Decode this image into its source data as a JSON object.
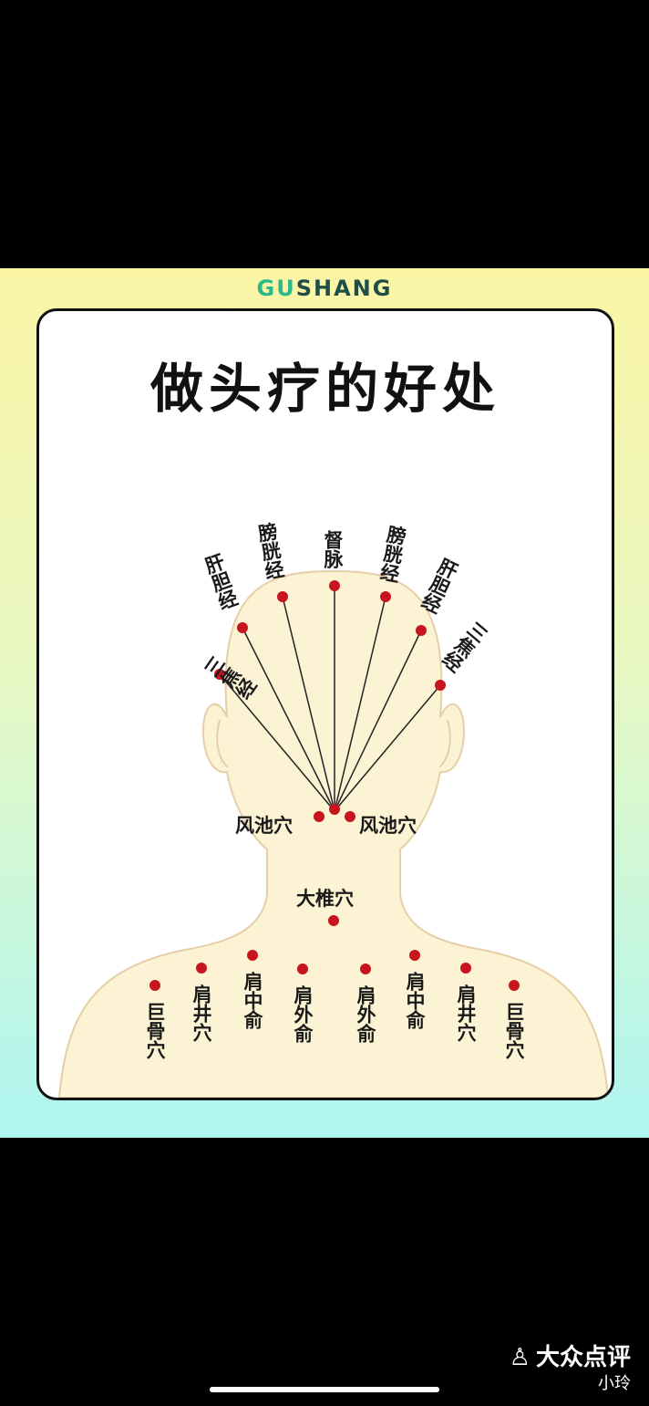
{
  "brand": {
    "part1": "GU",
    "part2": "SHANG"
  },
  "title": "做头疗的好处",
  "head_points": {
    "sanjiao_left": "三焦经",
    "gandan_left": "肝胆经",
    "pangguang_left": "膀胱经",
    "dumai": "督脉",
    "pangguang_right": "膀胱经",
    "gandan_right": "肝胆经",
    "sanjiao_right": "三焦经"
  },
  "neck_points": {
    "fengchi_left": "风池穴",
    "fengchi_right": "风池穴",
    "dazhui": "大椎穴"
  },
  "shoulder_points": {
    "jugu_left": "巨骨穴",
    "jianjing_left": "肩井穴",
    "jianzhongshu_left": "肩中俞",
    "jianwaishu_left": "肩外俞",
    "jianwaishu_right": "肩外俞",
    "jianzhongshu_right": "肩中俞",
    "jianjing_right": "肩井穴",
    "jugu_right": "巨骨穴"
  },
  "colors": {
    "point": "#c8141e",
    "skin": "#fbf3d3",
    "outline": "#e6cfa8"
  },
  "footer": {
    "app_name": "大众点评",
    "user": "小玲",
    "icon": "person-icon"
  }
}
